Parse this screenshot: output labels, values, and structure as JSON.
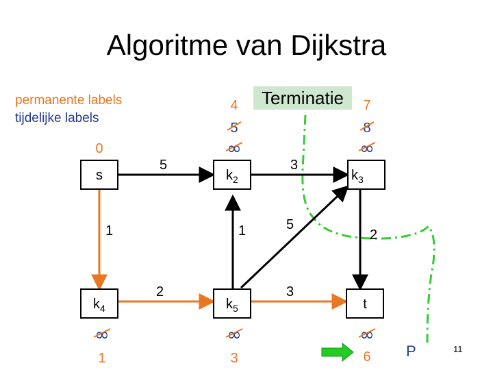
{
  "title": "Algoritme van Dijkstra",
  "legend": {
    "permanent": "permanente labels",
    "temporary": "tijdelijke labels"
  },
  "termination_label": "Terminatie",
  "page_number": "11",
  "path_label": "P",
  "infinity": "∞",
  "colors": {
    "permanent": "#e87722",
    "temporary": "#1f3a8a",
    "highlight": "#cfe6cf",
    "cut_line": "#33cc33",
    "arrow": "#22cc22",
    "strike": "#e87722"
  },
  "nodes": [
    {
      "id": "s",
      "label": "s",
      "sub": ""
    },
    {
      "id": "k2",
      "label": "k",
      "sub": "2"
    },
    {
      "id": "k3",
      "label": "k",
      "sub": "3"
    },
    {
      "id": "k4",
      "label": "k",
      "sub": "4"
    },
    {
      "id": "k5",
      "label": "k",
      "sub": "5"
    },
    {
      "id": "t",
      "label": "t",
      "sub": ""
    }
  ],
  "edge_weights": {
    "s_k2": "5",
    "s_k4": "1",
    "k2_k3": "3",
    "k5_k2": "1",
    "k5_k3": "5",
    "k3_t": "2",
    "k4_k5": "2",
    "k5_t": "3"
  },
  "labels": {
    "s": {
      "permanent": "0"
    },
    "k2": {
      "permanent": "4",
      "crossed": [
        "5",
        "∞"
      ]
    },
    "k3": {
      "permanent": "7",
      "crossed": [
        "8",
        "∞"
      ]
    },
    "k4": {
      "permanent": "1",
      "crossed": [
        "∞"
      ]
    },
    "k5": {
      "permanent": "3",
      "crossed": [
        "∞"
      ]
    },
    "t": {
      "permanent": "6",
      "crossed": [
        "∞"
      ]
    }
  }
}
